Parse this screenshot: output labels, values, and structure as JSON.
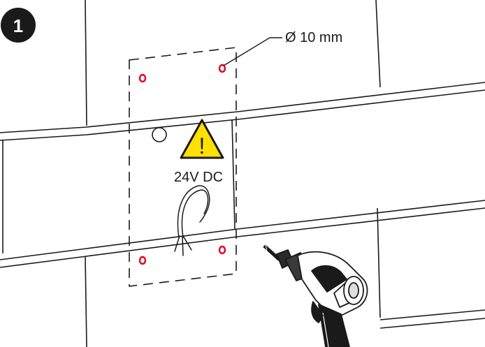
{
  "step": {
    "number": "1"
  },
  "labels": {
    "hole_diameter": "Ø 10 mm",
    "voltage": "24V DC",
    "warning_symbol": "!"
  },
  "colors": {
    "line": "#1a1a1a",
    "drill_hole": "#e3001b",
    "warning_fill": "#ffe100",
    "badge": "#1a1a1a",
    "badge_text": "#ffffff"
  },
  "icons": [
    "warning-triangle-icon",
    "cordless-drill-icon"
  ]
}
